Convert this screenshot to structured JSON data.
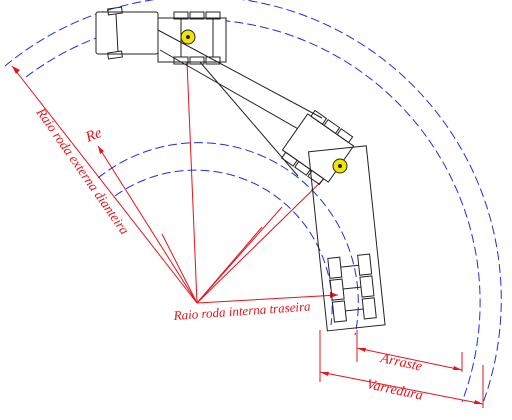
{
  "labels": {
    "re": "Re",
    "front_outer_radius": "Raio roda externa dianteira",
    "rear_inner_radius": "Raio roda interna traseira",
    "offtracking": "Arraste",
    "swept_path": "Varredura"
  },
  "colors": {
    "dimension": "#e4141b",
    "arc": "#1f2fd9",
    "vehicle": "#222222",
    "kingpin": "#f2e500",
    "background": "#ffffff"
  }
}
